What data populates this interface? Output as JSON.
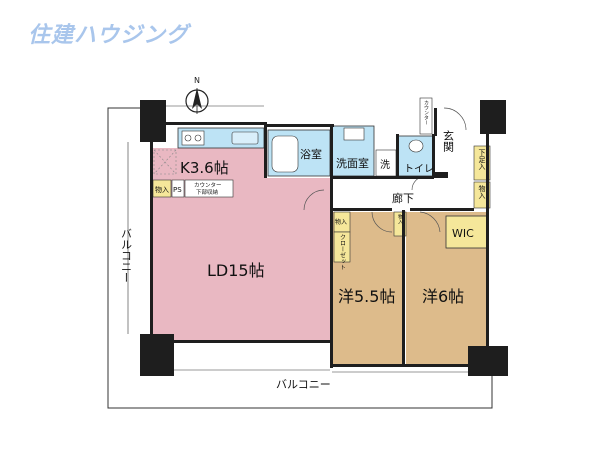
{
  "brand": {
    "name": "住建ハウジング"
  },
  "compass": {
    "label": "N"
  },
  "rooms": {
    "kitchen": "K3.6帖",
    "living": "LD15帖",
    "western_a": "洋5.5帖",
    "western_b": "洋6帖",
    "bath": "浴室",
    "washroom": "洗面室",
    "washer": "洗",
    "toilet": "トイレ",
    "hallway": "廊下",
    "entrance": "玄関",
    "wic": "WIC"
  },
  "storage": {
    "kitchen_pantry": "物入",
    "ps": "PS",
    "counter_storage_line1": "カウンター",
    "counter_storage_line2": "下部収納",
    "hall_storage": "物入",
    "closet": "クローゼット",
    "shelf": "物入",
    "shoe_closet": "下足入",
    "entry_storage": "物入",
    "entry_counter": "カウンター"
  },
  "balcony": {
    "side_label": "バルコニー",
    "bottom_label": "バルコニー"
  },
  "colors": {
    "living_fill": "#e9b8c2",
    "room_fill": "#ddbb8b",
    "wet_fill": "#bde3f5",
    "storage_fill": "#f5e79a",
    "wall": "#1e1e1e",
    "brand": "#a9c6ec"
  }
}
